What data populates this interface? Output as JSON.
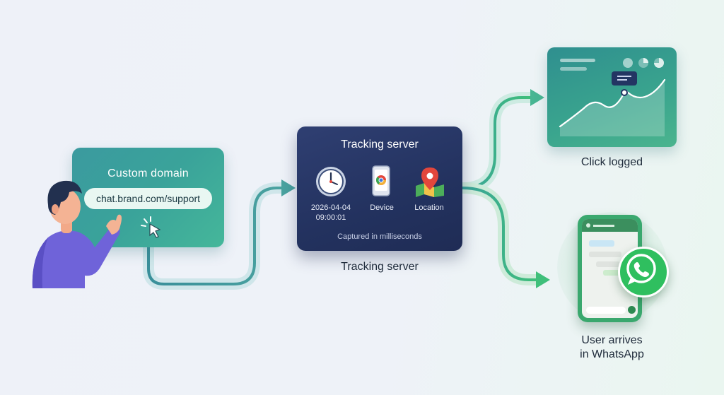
{
  "domain_card": {
    "title": "Custom domain",
    "url": "chat.brand.com/support"
  },
  "server_card": {
    "title": "Tracking server",
    "timestamp_date": "2026-04-04",
    "timestamp_time": "09:00:01",
    "device_label": "Device",
    "location_label": "Location",
    "footer": "Captured in milliseconds",
    "caption": "Tracking server"
  },
  "click_logged": {
    "caption": "Click logged"
  },
  "whatsapp": {
    "caption_line1": "User arrives",
    "caption_line2": "in WhatsApp"
  },
  "colors": {
    "teal": "#3aa39a",
    "navy": "#23325f",
    "whatsapp_green": "#2fbf5f",
    "user_shirt": "#6f63d9"
  }
}
